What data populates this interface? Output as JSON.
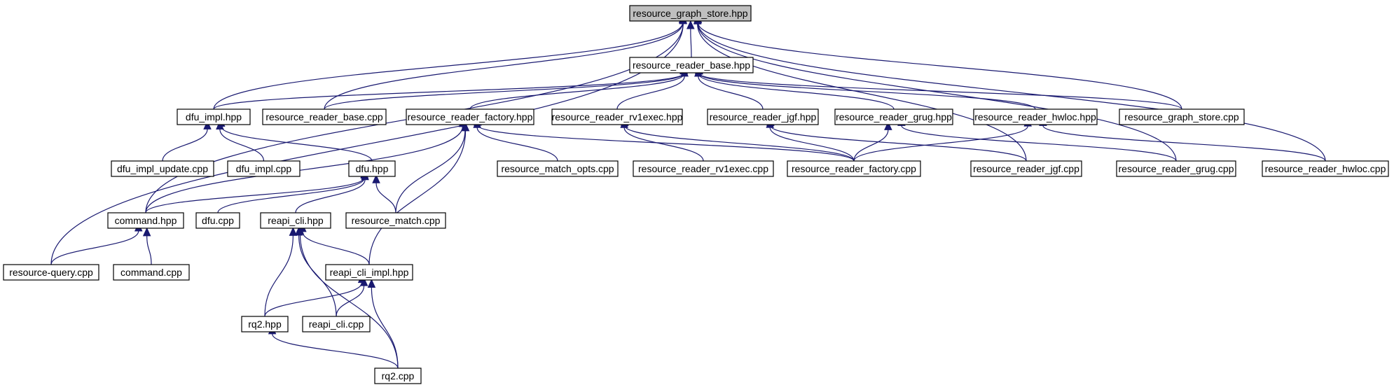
{
  "graph": {
    "colors": {
      "edge": "#191970",
      "root_fill": "#bfbfbf",
      "node_fill": "#ffffff",
      "node_border": "#000000"
    },
    "nodes": [
      {
        "id": "rgs_hpp",
        "label": "resource_graph_store.hpp",
        "root": true
      },
      {
        "id": "rrb_hpp",
        "label": "resource_reader_base.hpp"
      },
      {
        "id": "dfu_impl_hpp",
        "label": "dfu_impl.hpp"
      },
      {
        "id": "rrb_cpp",
        "label": "resource_reader_base.cpp"
      },
      {
        "id": "rrf_hpp",
        "label": "resource_reader_factory.hpp"
      },
      {
        "id": "rrrv1_hpp",
        "label": "resource_reader_rv1exec.hpp"
      },
      {
        "id": "rrjgf_hpp",
        "label": "resource_reader_jgf.hpp"
      },
      {
        "id": "rrgrug_hpp",
        "label": "resource_reader_grug.hpp"
      },
      {
        "id": "rrhwloc_hpp",
        "label": "resource_reader_hwloc.hpp"
      },
      {
        "id": "rgs_cpp",
        "label": "resource_graph_store.cpp"
      },
      {
        "id": "dfu_impl_update_cpp",
        "label": "dfu_impl_update.cpp"
      },
      {
        "id": "dfu_impl_cpp",
        "label": "dfu_impl.cpp"
      },
      {
        "id": "dfu_hpp",
        "label": "dfu.hpp"
      },
      {
        "id": "rmo_cpp",
        "label": "resource_match_opts.cpp"
      },
      {
        "id": "rrrv1_cpp",
        "label": "resource_reader_rv1exec.cpp"
      },
      {
        "id": "rrf_cpp",
        "label": "resource_reader_factory.cpp"
      },
      {
        "id": "rrjgf_cpp",
        "label": "resource_reader_jgf.cpp"
      },
      {
        "id": "rrgrug_cpp",
        "label": "resource_reader_grug.cpp"
      },
      {
        "id": "rrhwloc_cpp",
        "label": "resource_reader_hwloc.cpp"
      },
      {
        "id": "command_hpp",
        "label": "command.hpp"
      },
      {
        "id": "dfu_cpp",
        "label": "dfu.cpp"
      },
      {
        "id": "reapi_cli_hpp",
        "label": "reapi_cli.hpp"
      },
      {
        "id": "resource_match_cpp",
        "label": "resource_match.cpp"
      },
      {
        "id": "resource_query_cpp",
        "label": "resource-query.cpp"
      },
      {
        "id": "command_cpp",
        "label": "command.cpp"
      },
      {
        "id": "reapi_cli_impl_hpp",
        "label": "reapi_cli_impl.hpp"
      },
      {
        "id": "rq2_hpp",
        "label": "rq2.hpp"
      },
      {
        "id": "reapi_cli_cpp",
        "label": "reapi_cli.cpp"
      },
      {
        "id": "rq2_cpp",
        "label": "rq2.cpp"
      }
    ],
    "edges": [
      [
        "rgs_hpp",
        "rrb_hpp"
      ],
      [
        "rgs_hpp",
        "dfu_impl_hpp"
      ],
      [
        "rgs_hpp",
        "rrb_cpp"
      ],
      [
        "rgs_hpp",
        "command_hpp"
      ],
      [
        "rgs_hpp",
        "resource_query_cpp"
      ],
      [
        "rgs_hpp",
        "rgs_cpp"
      ],
      [
        "rgs_hpp",
        "rrjgf_cpp"
      ],
      [
        "rgs_hpp",
        "rrgrug_cpp"
      ],
      [
        "rgs_hpp",
        "rrhwloc_cpp"
      ],
      [
        "rrb_hpp",
        "dfu_impl_hpp"
      ],
      [
        "rrb_hpp",
        "rrb_cpp"
      ],
      [
        "rrb_hpp",
        "rrf_hpp"
      ],
      [
        "rrb_hpp",
        "rrrv1_hpp"
      ],
      [
        "rrb_hpp",
        "rrjgf_hpp"
      ],
      [
        "rrb_hpp",
        "rrgrug_hpp"
      ],
      [
        "rrb_hpp",
        "rrhwloc_hpp"
      ],
      [
        "rrb_hpp",
        "rgs_cpp"
      ],
      [
        "dfu_impl_hpp",
        "dfu_impl_update_cpp"
      ],
      [
        "dfu_impl_hpp",
        "dfu_impl_cpp"
      ],
      [
        "dfu_impl_hpp",
        "dfu_hpp"
      ],
      [
        "rrf_hpp",
        "command_hpp"
      ],
      [
        "rrf_hpp",
        "resource_match_cpp"
      ],
      [
        "rrf_hpp",
        "reapi_cli_impl_hpp"
      ],
      [
        "rrf_hpp",
        "rmo_cpp"
      ],
      [
        "rrf_hpp",
        "rrf_cpp"
      ],
      [
        "rrrv1_hpp",
        "rrrv1_cpp"
      ],
      [
        "rrrv1_hpp",
        "rrf_cpp"
      ],
      [
        "rrjgf_hpp",
        "rrf_cpp"
      ],
      [
        "rrjgf_hpp",
        "rrjgf_cpp"
      ],
      [
        "rrgrug_hpp",
        "rrf_cpp"
      ],
      [
        "rrgrug_hpp",
        "rrgrug_cpp"
      ],
      [
        "rrhwloc_hpp",
        "rrf_cpp"
      ],
      [
        "rrhwloc_hpp",
        "rrhwloc_cpp"
      ],
      [
        "dfu_hpp",
        "command_hpp"
      ],
      [
        "dfu_hpp",
        "dfu_cpp"
      ],
      [
        "dfu_hpp",
        "reapi_cli_hpp"
      ],
      [
        "dfu_hpp",
        "resource_match_cpp"
      ],
      [
        "command_hpp",
        "resource_query_cpp"
      ],
      [
        "command_hpp",
        "command_cpp"
      ],
      [
        "reapi_cli_hpp",
        "reapi_cli_impl_hpp"
      ],
      [
        "reapi_cli_hpp",
        "rq2_hpp"
      ],
      [
        "reapi_cli_hpp",
        "reapi_cli_cpp"
      ],
      [
        "reapi_cli_hpp",
        "rq2_cpp"
      ],
      [
        "reapi_cli_impl_hpp",
        "rq2_hpp"
      ],
      [
        "reapi_cli_impl_hpp",
        "reapi_cli_cpp"
      ],
      [
        "reapi_cli_impl_hpp",
        "rq2_cpp"
      ],
      [
        "rq2_hpp",
        "rq2_cpp"
      ]
    ]
  }
}
